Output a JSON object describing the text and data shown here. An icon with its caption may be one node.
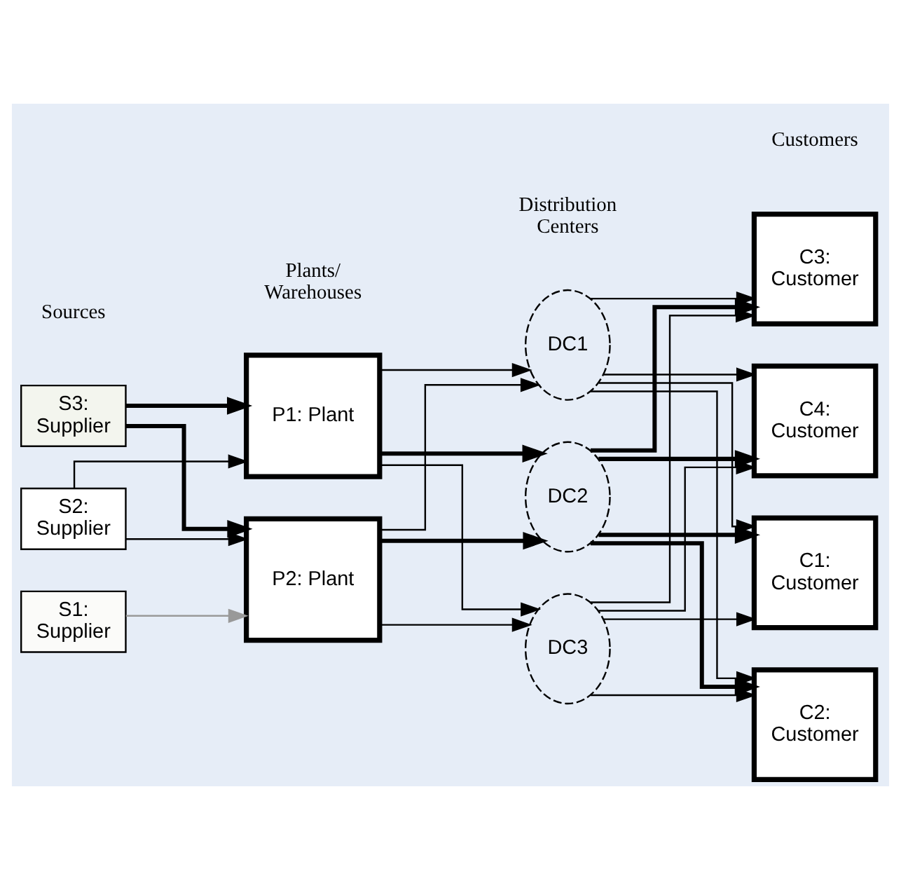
{
  "diagram": {
    "nodes": [
      {
        "text": [
          "S1: Supplier"
        ]
      },
      {
        "text": [
          "S2: Supplier"
        ]
      },
      {
        "text": [
          "S3: Supplier"
        ]
      },
      {
        "text": [
          "P1: Plant"
        ]
      },
      {
        "text": [
          "P2: Plant"
        ]
      },
      {
        "text": [
          "DC1"
        ]
      },
      {
        "text": [
          "DC2"
        ]
      },
      {
        "text": [
          "DC3"
        ]
      },
      {
        "text": [
          "C1: Customer"
        ]
      },
      {
        "text": [
          "C2: Customer"
        ]
      },
      {
        "text": [
          "C3: Customer"
        ]
      },
      {
        "text": [
          "C4: Customer"
        ]
      }
    ],
    "edges": [
      {
        "from": 0,
        "to": 4,
        "arrow": "to",
        "color": "#999999"
      },
      {
        "from": 1,
        "to": 3,
        "arrow": "to"
      },
      {
        "from": 1,
        "to": 4,
        "arrow": "to"
      },
      {
        "from": 2,
        "to": 3,
        "arrow": "to",
        "style": "thick"
      },
      {
        "from": 2,
        "to": 4,
        "arrow": "to",
        "style": "thick"
      },
      {
        "from": 3,
        "to": 5,
        "arrow": "to"
      },
      {
        "from": 3,
        "to": 6,
        "arrow": "to",
        "style": "thick"
      },
      {
        "from": 3,
        "to": 7,
        "arrow": "to"
      },
      {
        "from": 4,
        "to": 5,
        "arrow": "to"
      },
      {
        "from": 4,
        "to": 6,
        "arrow": "to",
        "style": "thick"
      },
      {
        "from": 4,
        "to": 7,
        "arrow": "to"
      },
      {
        "from": 5,
        "to": 8,
        "arrow": "to"
      },
      {
        "from": 5,
        "to": 9,
        "arrow": "to"
      },
      {
        "from": 5,
        "to": 10,
        "arrow": "to"
      },
      {
        "from": 5,
        "to": 11,
        "arrow": "to"
      },
      {
        "from": 6,
        "to": 8,
        "arrow": "to",
        "style": "thick"
      },
      {
        "from": 6,
        "to": 9,
        "arrow": "to",
        "style": "thick"
      },
      {
        "from": 6,
        "to": 10,
        "arrow": "to",
        "style": "thick"
      },
      {
        "from": 6,
        "to": 11,
        "arrow": "to",
        "style": "thick"
      },
      {
        "from": 7,
        "to": 8,
        "arrow": "to"
      },
      {
        "from": 7,
        "to": 9,
        "arrow": "to"
      },
      {
        "from": 7,
        "to": 10,
        "arrow": "to"
      },
      {
        "from": 7,
        "to": 11,
        "arrow": "to"
      }
    ],
    "labels": [
      "Sources",
      "Plants/ Warehouses",
      "Distribution Centers",
      "Customers"
    ]
  }
}
